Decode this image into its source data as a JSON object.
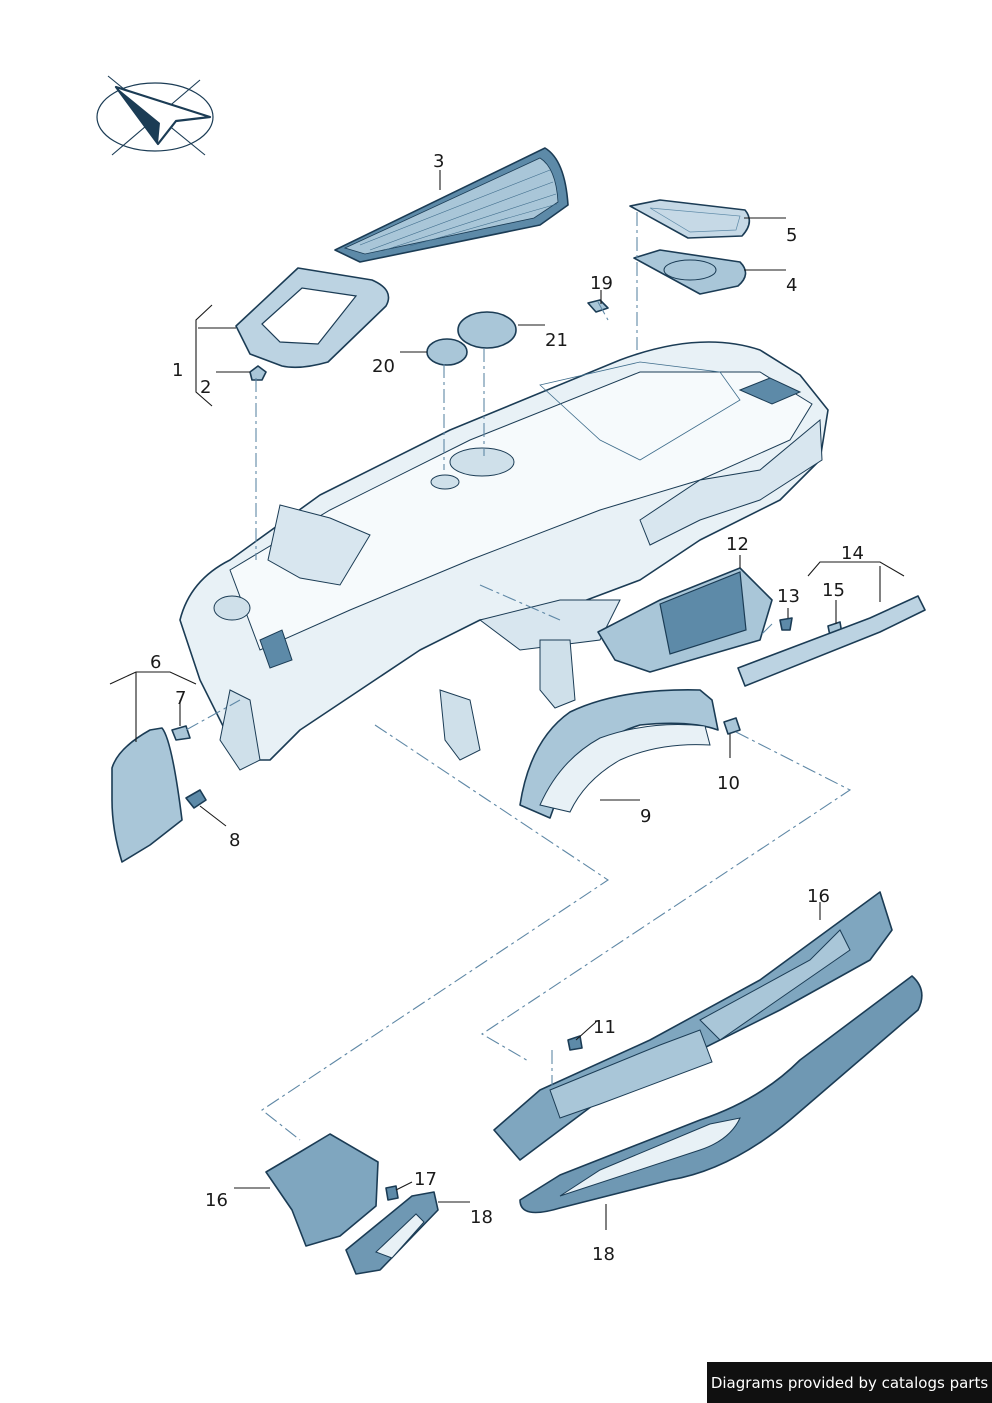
{
  "colors": {
    "part_light": "#e8f1f6",
    "part_mid": "#a9c6d8",
    "part_dark": "#5d8aa8",
    "outline": "#1b3c55",
    "leader_dash": "#5f88a6",
    "banner_bg": "#101010",
    "banner_text": "#ffffff"
  },
  "icon": "orientation-arrow-icon",
  "callouts": [
    {
      "id": "c1",
      "label": "1"
    },
    {
      "id": "c2",
      "label": "2"
    },
    {
      "id": "c3",
      "label": "3"
    },
    {
      "id": "c4",
      "label": "4"
    },
    {
      "id": "c5",
      "label": "5"
    },
    {
      "id": "c6",
      "label": "6"
    },
    {
      "id": "c7",
      "label": "7"
    },
    {
      "id": "c8",
      "label": "8"
    },
    {
      "id": "c9",
      "label": "9"
    },
    {
      "id": "c10",
      "label": "10"
    },
    {
      "id": "c11",
      "label": "11"
    },
    {
      "id": "c12",
      "label": "12"
    },
    {
      "id": "c13",
      "label": "13"
    },
    {
      "id": "c14",
      "label": "14"
    },
    {
      "id": "c15",
      "label": "15"
    },
    {
      "id": "c16a",
      "label": "16"
    },
    {
      "id": "c16b",
      "label": "16"
    },
    {
      "id": "c17",
      "label": "17"
    },
    {
      "id": "c18a",
      "label": "18"
    },
    {
      "id": "c18b",
      "label": "18"
    },
    {
      "id": "c19",
      "label": "19"
    },
    {
      "id": "c20",
      "label": "20"
    },
    {
      "id": "c21",
      "label": "21"
    }
  ],
  "banner": {
    "text": "Diagrams provided by catalogs parts"
  }
}
